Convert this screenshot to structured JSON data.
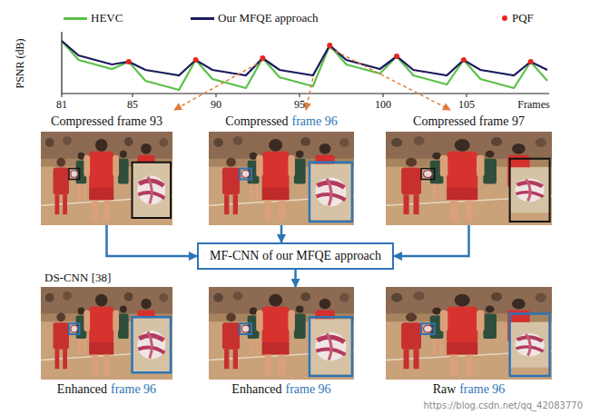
{
  "diagram": {
    "nodes": [
      {
        "text": [
          "Compressed frame 93"
        ]
      },
      {
        "text": [
          "Compressed",
          "frame 96"
        ]
      },
      {
        "text": [
          "Compressed frame 97"
        ]
      },
      {
        "text": [
          "MF-CNN of our MFQE approach"
        ]
      },
      {
        "text": [
          "DS-CNN [38]",
          "Enhanced",
          "frame 96"
        ]
      },
      {
        "text": [
          "Enhanced",
          "frame 96"
        ]
      },
      {
        "text": [
          "Raw",
          "frame 96"
        ]
      }
    ],
    "edges": [
      {
        "from": 0,
        "to": 3,
        "arrow": "to"
      },
      {
        "from": 1,
        "to": 3,
        "arrow": "to"
      },
      {
        "from": 2,
        "to": 3,
        "arrow": "to"
      },
      {
        "from": 3,
        "to": 5,
        "arrow": "to"
      }
    ],
    "labels": [
      "PSNR (dB)",
      "81",
      "85",
      "90",
      "95",
      "100",
      "105",
      "Frames",
      "https://blog.csdn.net/qq_42083770"
    ],
    "legend": [
      {
        "text": "HEVC"
      },
      {
        "text": "Our MFQE approach"
      },
      {
        "text": "PQF",
        "color": "#e8251f"
      }
    ]
  }
}
